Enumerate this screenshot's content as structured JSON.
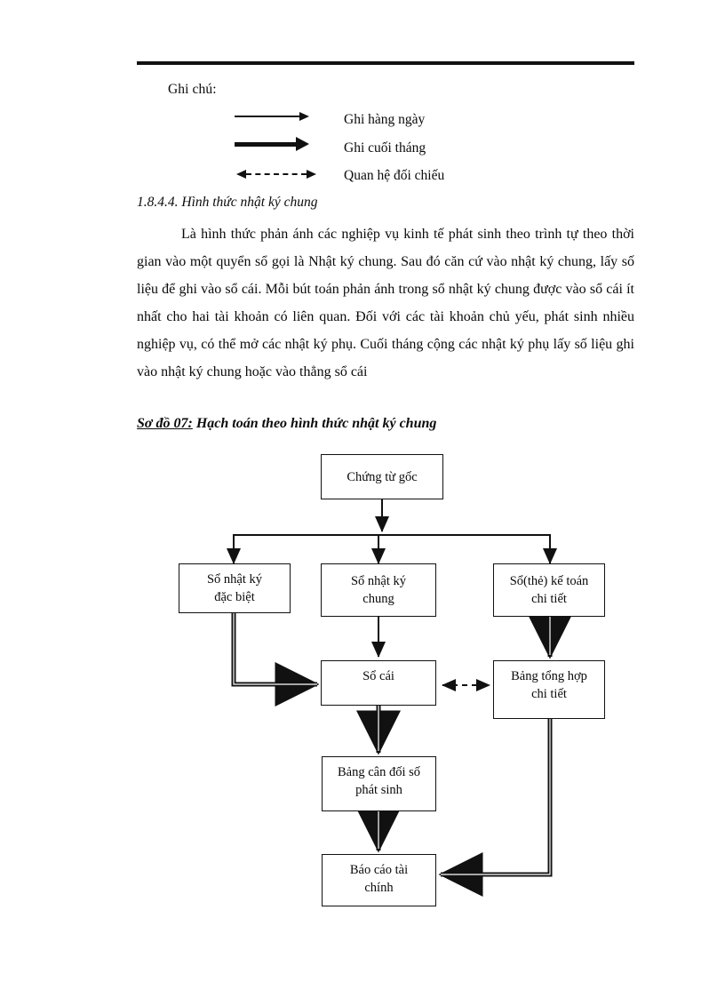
{
  "legend": {
    "title": "Ghi chú:",
    "entries": [
      {
        "icon": "thin-arrow-icon",
        "label": "Ghi hàng ngày"
      },
      {
        "icon": "thick-arrow-icon",
        "label": "Ghi cuối tháng"
      },
      {
        "icon": "dashed-double-arrow-icon",
        "label": "Quan hệ đối chiếu"
      }
    ]
  },
  "section": {
    "heading": "1.8.4.4. Hình thức nhật ký chung",
    "paragraph": "Là hình thức phản ánh các nghiệp vụ kinh tế phát sinh theo trình tự theo thời gian vào một quyển sổ gọi là Nhật ký chung. Sau đó căn cứ vào nhật ký chung, lấy số liệu để ghi vào sổ cái. Mỗi bút toán phản ánh trong sổ nhật ký chung được vào sổ cái ít nhất cho hai tài khoản có liên quan. Đối với các tài khoản chủ yếu, phát sinh nhiều nghiệp vụ, có thể mở các nhật ký phụ. Cuối tháng cộng các nhật ký phụ lấy số liệu ghi vào nhật ký chung hoặc vào thẳng sổ cái"
  },
  "diagram": {
    "label": "Sơ đồ 07:",
    "title": "Hạch toán theo hình thức nhật ký chung",
    "nodes": {
      "source_docs": "Chứng từ gốc",
      "special_journal": "Sổ nhật ký\nđặc biệt",
      "general_journal": "Sổ nhật ký\nchung",
      "detail_ledger": "Sổ(thẻ) kế toán\nchi tiết",
      "general_ledger": "Sổ cái",
      "detail_summary": "Bảng tổng hợp\nchi tiết",
      "trial_balance": "Bảng cân đối số\nphát sinh",
      "financial_report": "Báo cáo tài\nchính"
    }
  },
  "colors": {
    "ink": "#0a0a0a",
    "line": "#111111",
    "page": "#ffffff"
  }
}
